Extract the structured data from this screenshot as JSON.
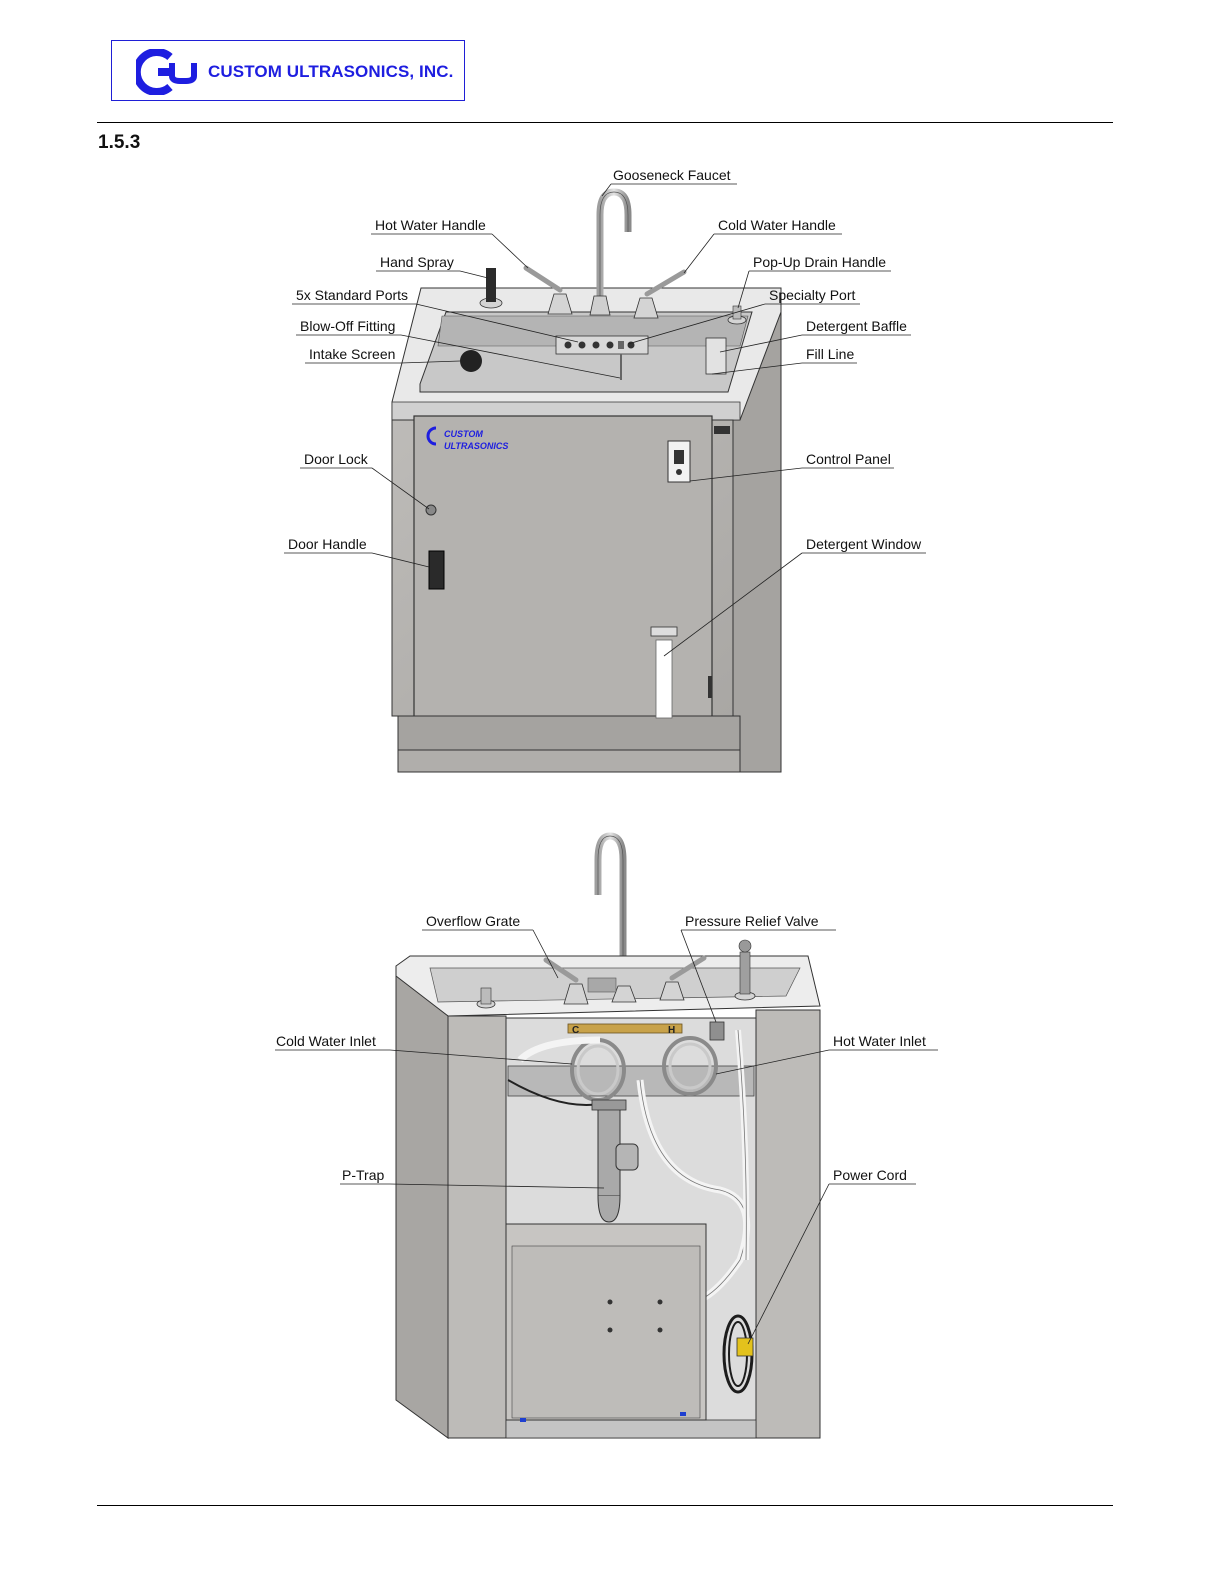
{
  "header": {
    "company_name": "CUSTOM ULTRASONICS, INC.",
    "colors": {
      "brand_blue": "#1e1ee0"
    }
  },
  "section_number": "1.5.3",
  "upper_figure": {
    "labels": {
      "gooseneck_faucet": "Gooseneck Faucet",
      "hot_water_handle": "Hot Water Handle",
      "cold_water_handle": "Cold Water Handle",
      "hand_spray": "Hand Spray",
      "pop_up_drain_handle": "Pop-Up Drain Handle",
      "standard_ports": "5x Standard Ports",
      "specialty_port": "Specialty Port",
      "blow_off_fitting": "Blow-Off Fitting",
      "detergent_baffle": "Detergent Baffle",
      "intake_screen": "Intake Screen",
      "fill_line": "Fill Line",
      "door_lock": "Door Lock",
      "control_panel": "Control Panel",
      "door_handle": "Door Handle",
      "detergent_window": "Detergent Window"
    },
    "door_logo_line1": "CUSTOM",
    "door_logo_line2": "ULTRASONICS"
  },
  "lower_figure": {
    "labels": {
      "overflow_grate": "Overflow Grate",
      "pressure_relief_valve": "Pressure Relief Valve",
      "cold_water_inlet": "Cold Water Inlet",
      "hot_water_inlet": "Hot Water Inlet",
      "p_trap": "P-Trap",
      "power_cord": "Power Cord"
    },
    "manifold_c": "C",
    "manifold_h": "H"
  }
}
